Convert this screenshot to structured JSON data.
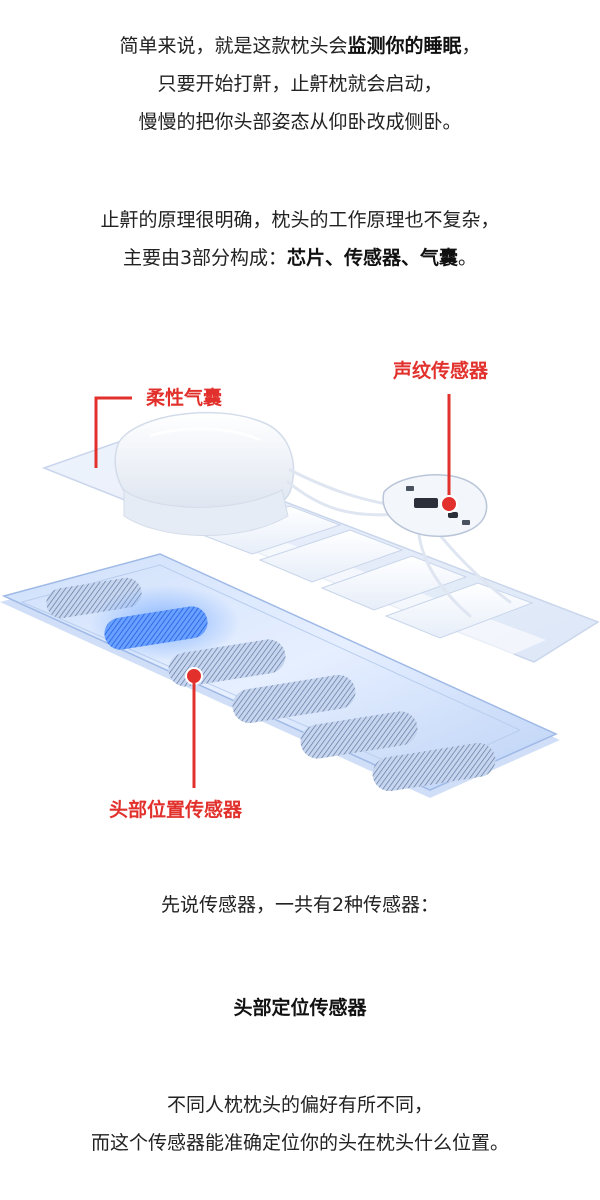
{
  "intro": {
    "line1_plain": "简单来说，就是这款枕头会",
    "line1_bold": "监测你的睡眠",
    "line1_end": "，",
    "line2": "只要开始打鼾，止鼾枕就会启动，",
    "line3": "慢慢的把你头部姿态从仰卧改成侧卧。"
  },
  "principle": {
    "line1": "止鼾的原理很明确，枕头的工作原理也不复杂，",
    "line2_plain": "主要由3部分构成：",
    "line2_bold": "芯片、传感器、气囊",
    "line2_end": "。"
  },
  "figure": {
    "label_airbag": "柔性气囊",
    "label_voice_sensor": "声纹传感器",
    "label_head_sensor": "头部位置传感器",
    "accent_color": "#e2312c",
    "sensor_color": "#2d6fe6"
  },
  "sensors_intro": "先说传感器，一共有2种传感器：",
  "head_sensor_title": "头部定位传感器",
  "head_sensor_desc": {
    "line1": "不同人枕枕头的偏好有所不同，",
    "line2": "而这个传感器能准确定位你的头在枕头什么位置。"
  }
}
